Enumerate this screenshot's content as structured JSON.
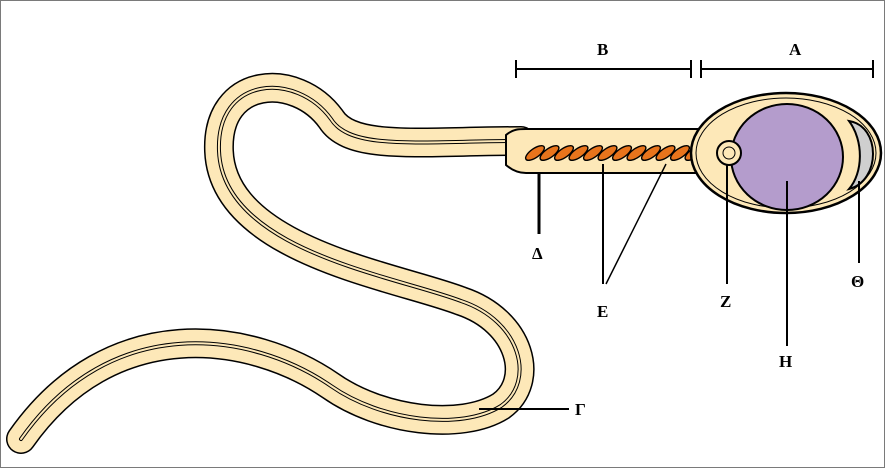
{
  "labels": {
    "A": "Α",
    "B": "Β",
    "gamma": "Γ",
    "delta": "Δ",
    "epsilon": "Ε",
    "zeta": "Ζ",
    "eta": "Η",
    "theta": "Θ"
  },
  "colors": {
    "body_fill": "#fde8b8",
    "outline": "#000000",
    "mitochondria": "#e8741c",
    "nucleus": "#b49ccc",
    "acrosome": "#cfcfcf"
  }
}
